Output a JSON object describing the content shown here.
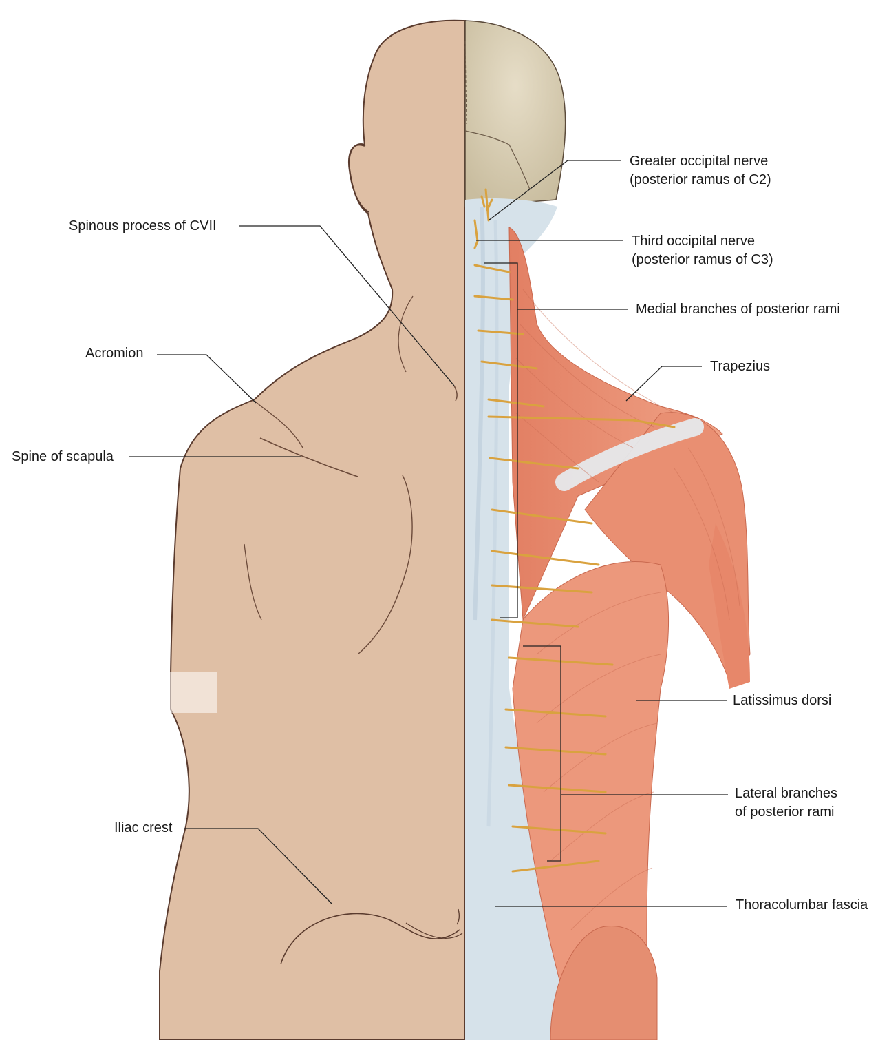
{
  "labels": {
    "spinous_process": "Spinous process of CVII",
    "acromion": "Acromion",
    "spine_of_scapula": "Spine of scapula",
    "iliac_crest": "Iliac crest",
    "greater_occipital_line1": "Greater occipital nerve",
    "greater_occipital_line2": "(posterior ramus of C2)",
    "third_occipital_line1": "Third occipital nerve",
    "third_occipital_line2": "(posterior ramus of C3)",
    "medial_branches": "Medial branches of posterior rami",
    "trapezius": "Trapezius",
    "latissimus_dorsi": "Latissimus dorsi",
    "lateral_branches_line1": "Lateral branches",
    "lateral_branches_line2": "of posterior rami",
    "thoracolumbar_fascia": "Thoracolumbar fascia"
  },
  "colors": {
    "skin": "#dfbfa5",
    "skin_outline": "#5a3b2e",
    "skull": "#ddd4bd",
    "muscle": "#ea9478",
    "muscle_dark": "#d9775c",
    "fascia": "#d6e2ea",
    "nerve": "#d9a23f"
  }
}
